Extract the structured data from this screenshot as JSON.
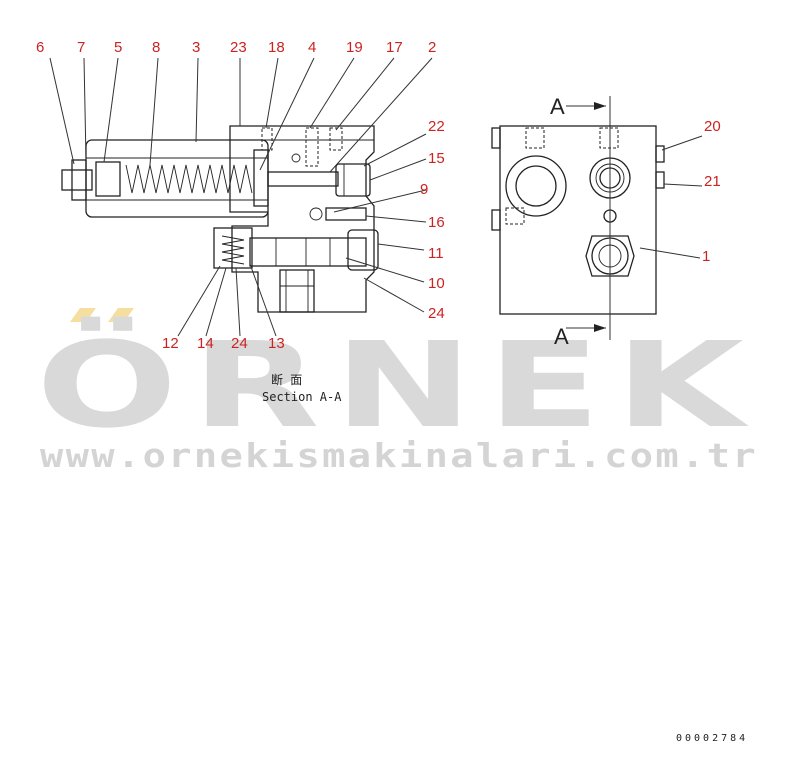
{
  "watermark": {
    "brand": "ÖRNEK",
    "url": "www.ornekismakinalari.com.tr",
    "accent_color": "#f5dfa0",
    "text_color": "#d9d9d9"
  },
  "caption": {
    "kanji": "断 面",
    "section": "Section A-A"
  },
  "section_marks": [
    "A",
    "A"
  ],
  "doc_number": "00002784",
  "callouts": {
    "top_row": [
      "6",
      "7",
      "5",
      "8",
      "3",
      "23",
      "18",
      "4",
      "19",
      "17",
      "2"
    ],
    "right_left": [
      "22",
      "15",
      "9",
      "16",
      "11",
      "10",
      "24"
    ],
    "bottom_left": [
      "12",
      "14",
      "24",
      "13"
    ],
    "right_view": [
      "20",
      "21",
      "1"
    ]
  },
  "colors": {
    "callout": "#cc2222",
    "line": "#222222"
  }
}
